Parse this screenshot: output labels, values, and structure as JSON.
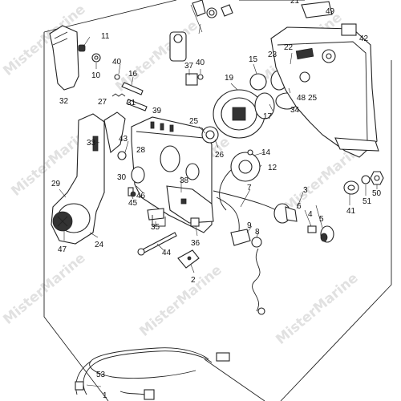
{
  "watermark": "MisterMarine",
  "callouts": [
    {
      "n": "21"
    },
    {
      "n": "49"
    },
    {
      "n": "42"
    },
    {
      "n": "11"
    },
    {
      "n": "40"
    },
    {
      "n": "37"
    },
    {
      "n": "40"
    },
    {
      "n": "10"
    },
    {
      "n": "16"
    },
    {
      "n": "15"
    },
    {
      "n": "22"
    },
    {
      "n": "23"
    },
    {
      "n": "19"
    },
    {
      "n": "48"
    },
    {
      "n": "25"
    },
    {
      "n": "34"
    },
    {
      "n": "17"
    },
    {
      "n": "32"
    },
    {
      "n": "27"
    },
    {
      "n": "31"
    },
    {
      "n": "39"
    },
    {
      "n": "25"
    },
    {
      "n": "26"
    },
    {
      "n": "14"
    },
    {
      "n": "12"
    },
    {
      "n": "33"
    },
    {
      "n": "43"
    },
    {
      "n": "28"
    },
    {
      "n": "30"
    },
    {
      "n": "38"
    },
    {
      "n": "29"
    },
    {
      "n": "46"
    },
    {
      "n": "45"
    },
    {
      "n": "7"
    },
    {
      "n": "3"
    },
    {
      "n": "6"
    },
    {
      "n": "4"
    },
    {
      "n": "5"
    },
    {
      "n": "41"
    },
    {
      "n": "51"
    },
    {
      "n": "50"
    },
    {
      "n": "35"
    },
    {
      "n": "9"
    },
    {
      "n": "8"
    },
    {
      "n": "47"
    },
    {
      "n": "24"
    },
    {
      "n": "44"
    },
    {
      "n": "36"
    },
    {
      "n": "2"
    },
    {
      "n": "1"
    },
    {
      "n": "53"
    }
  ]
}
